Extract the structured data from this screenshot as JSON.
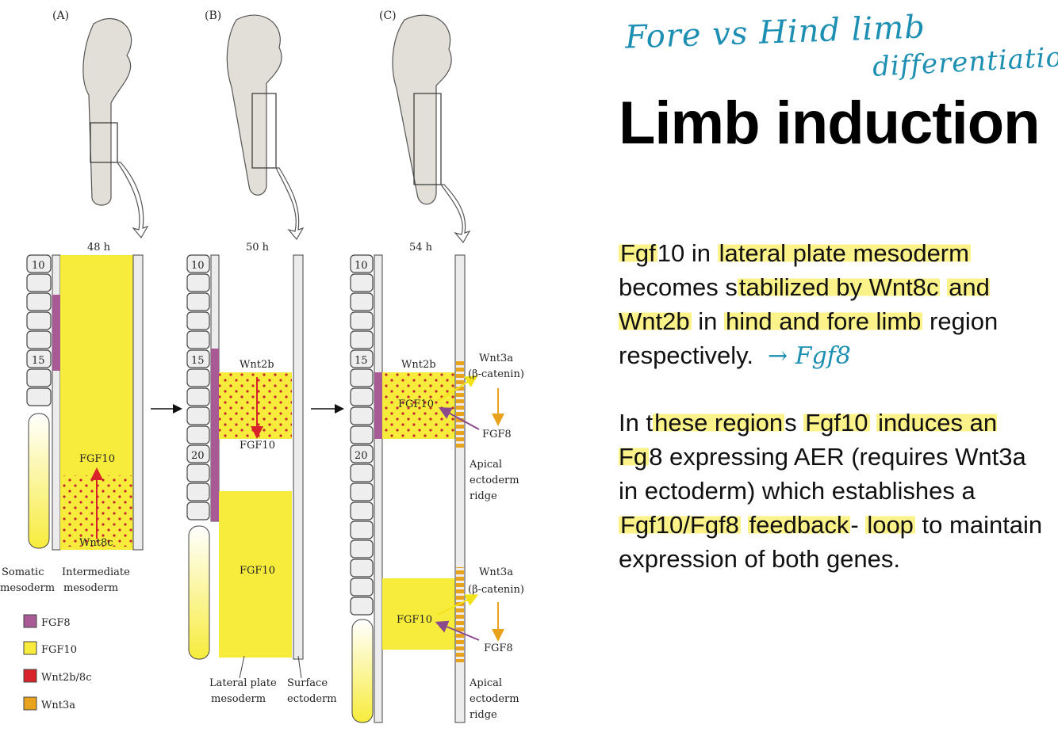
{
  "handwritten_note": {
    "line1": "Fore  vs  Hind  limb",
    "line2": "differentiation"
  },
  "slide_title": "Limb induction",
  "paragraph1": {
    "hl1": "Fgf",
    "t1": "10 in ",
    "hl2": "lateral plate mesoderm",
    "t2": " becomes s",
    "hl3": "tabilized by Wnt8c",
    "t3": " ",
    "hl4": "and Wnt2b",
    "t4": " in ",
    "hl5": "hind and fore limb",
    "t5": " region respectively.",
    "annotation": "→ Fgf8"
  },
  "paragraph2": {
    "t1": "In t",
    "hl1": "hese region",
    "t2": "s ",
    "hl2": "Fgf10",
    "t3": " ",
    "hl3": "induces an Fg",
    "t4": "8 expressing AER (requires Wnt3a in ectoderm) which establishes a ",
    "hl4": "Fgf10/Fgf8",
    "t5": " ",
    "hl5": "feedback",
    "t6": "- ",
    "hl6": "loop",
    "t7": " to maintain expression of both genes."
  },
  "figure": {
    "panel_labels": [
      "(A)",
      "(B)",
      "(C)"
    ],
    "times": [
      "48 h",
      "50 h",
      "54 h"
    ],
    "somite_numbers": [
      "10",
      "15",
      "20"
    ],
    "labels": {
      "wnt2b": "Wnt2b",
      "fgf10": "FGF10",
      "fgf8": "FGF8",
      "wnt8c": "Wnt8c",
      "wnt3a": "Wnt3a",
      "beta_catenin": "(β-catenin)",
      "apical": "Apical",
      "ectoderm": "ectoderm",
      "ridge": "ridge",
      "somatic": "Somatic",
      "intermediate": "Intermediate",
      "mesoderm_left": "mesoderm",
      "mesoderm_right": "mesoderm",
      "lateral_plate": "Lateral plate",
      "lateral_mesoderm": "mesoderm",
      "surface": "Surface",
      "surface_ectoderm": "ectoderm"
    },
    "legend": [
      {
        "label": "FGF8",
        "color": "#a85a94"
      },
      {
        "label": "FGF10",
        "color": "#f7ec3c"
      },
      {
        "label": "Wnt2b/8c",
        "color": "#d8232a"
      },
      {
        "label": "Wnt3a",
        "color": "#e8a21b"
      }
    ]
  }
}
